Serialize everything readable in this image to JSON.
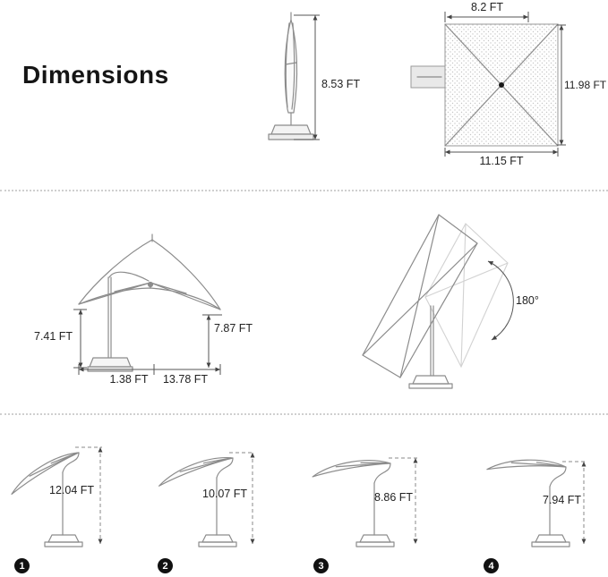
{
  "title": "Dimensions",
  "top_section": {
    "closed_height": "8.53 FT",
    "canopy_top_width": "8.2 FT",
    "canopy_depth": "11.98 FT",
    "canopy_bottom_width": "11.15 FT"
  },
  "middle_section": {
    "left_height": "7.41 FT",
    "right_height": "7.87 FT",
    "base_offset": "1.38 FT",
    "total_span": "13.78 FT",
    "rotation_angle": "180°"
  },
  "bottom_section": {
    "positions": [
      {
        "badge": "1",
        "height": "12.04 FT"
      },
      {
        "badge": "2",
        "height": "10.07 FT"
      },
      {
        "badge": "3",
        "height": "8.86 FT"
      },
      {
        "badge": "4",
        "height": "7.94 FT"
      }
    ]
  },
  "colors": {
    "line_gray": "#8c8c8c",
    "dimension_gray": "#555555",
    "badge_black": "#111111",
    "background": "#ffffff"
  }
}
